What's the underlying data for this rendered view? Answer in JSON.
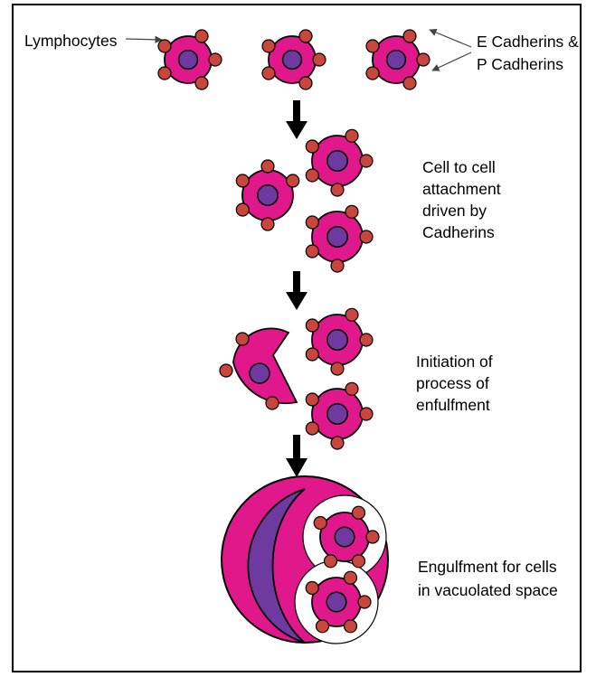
{
  "colors": {
    "cell_fill": "#e0188c",
    "nucleus_fill": "#6e3aa0",
    "cadherin_fill": "#c8463c",
    "outline": "#000000",
    "arrow": "#000000",
    "vacuole": "#ffffff"
  },
  "labels": {
    "lymphocytes": "Lymphocytes",
    "cadherins_line1": "E Cadherins &",
    "cadherins_line2": "P Cadherins",
    "step1_line1": "Cell to cell",
    "step1_line2": "attachment",
    "step1_line3": "driven by",
    "step1_line4": "Cadherins",
    "step2_line1": "Initiation of",
    "step2_line2": "process of",
    "step2_line3": "enfulfment",
    "step3_line1": "Engulfment for cells",
    "step3_line2": "in vacuolated space"
  }
}
